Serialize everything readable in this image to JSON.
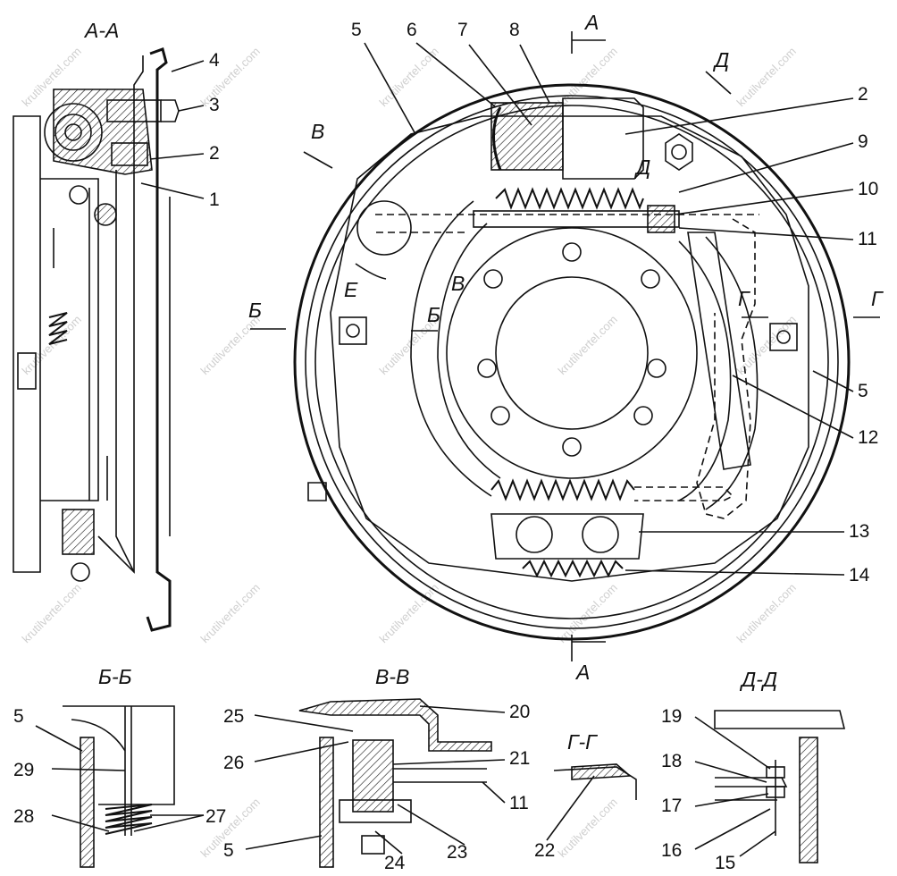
{
  "watermark": "krutilvertel.com",
  "sections": {
    "aa": "А-А",
    "bb": "Б-Б",
    "vv": "В-В",
    "gg": "Г-Г",
    "dd": "Д-Д"
  },
  "cut_marks": {
    "a_top": "А",
    "a_bottom": "А",
    "d_top": "Д",
    "d_mid": "Д",
    "v_left": "В",
    "v_mid": "В",
    "b_left": "Б",
    "b_mid": "Б",
    "g_mid": "Г",
    "g_right": "Г",
    "e": "Е"
  },
  "callouts": {
    "aa": [
      "4",
      "3",
      "2",
      "1"
    ],
    "main_top": [
      "5",
      "6",
      "7",
      "8",
      "2"
    ],
    "main_right": [
      "9",
      "10",
      "11",
      "12",
      "5",
      "13",
      "14"
    ],
    "bb": [
      "5",
      "29",
      "28",
      "27"
    ],
    "vv": [
      "25",
      "20",
      "26",
      "21",
      "11",
      "5",
      "24",
      "23"
    ],
    "gg": [
      "22"
    ],
    "dd": [
      "19",
      "18",
      "17",
      "16",
      "15"
    ]
  }
}
